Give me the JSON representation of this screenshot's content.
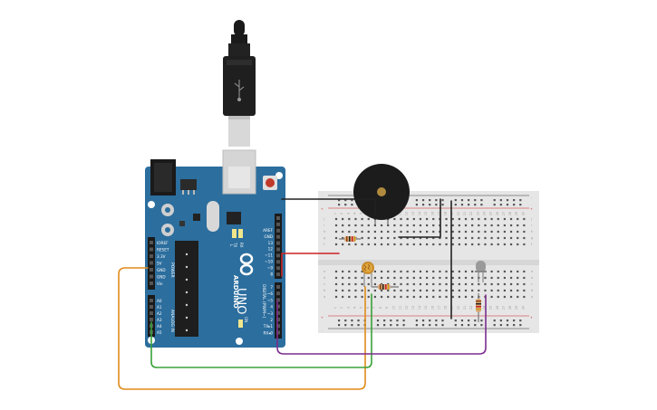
{
  "arduino": {
    "brand": "ARDUINO",
    "model": "UNO",
    "power_header_label": "POWER",
    "analog_header_label": "ANALOG IN",
    "digital_header_label": "DIGITAL (PWM~)",
    "power_pins": [
      "IOREF",
      "RESET",
      "3.3V",
      "5V",
      "GND",
      "GND",
      "Vin"
    ],
    "analog_pins": [
      "A0",
      "A1",
      "A2",
      "A3",
      "A4",
      "A5"
    ],
    "digital_pins_top": [
      "AREF",
      "GND",
      "13",
      "12",
      "~11",
      "~10",
      "~9",
      "8"
    ],
    "digital_pins_bottom": [
      "7",
      "~6",
      "~5",
      "4",
      "~3",
      "2",
      "TX▸1",
      "RX◂0"
    ],
    "led_labels": [
      "TX",
      "RX"
    ],
    "on_label": "ON",
    "l_label": "L"
  },
  "breadboard": {
    "rail_plus": "+",
    "rail_minus": "-",
    "row_letters_top": [
      "j",
      "i",
      "h",
      "g",
      "f"
    ],
    "row_letters_bottom": [
      "e",
      "d",
      "c",
      "b",
      "a"
    ],
    "column_numbers": [
      "1",
      "2",
      "3",
      "4",
      "5",
      "6",
      "7",
      "8",
      "9",
      "10",
      "11",
      "12",
      "13",
      "14",
      "15",
      "16",
      "17",
      "18",
      "19",
      "20",
      "21",
      "22",
      "23",
      "24",
      "25",
      "26",
      "27",
      "28",
      "29",
      "30"
    ]
  },
  "colors": {
    "arduino_board": "#2c6e9e",
    "breadboard": "#e6e6e6",
    "wire_black": "#222222",
    "wire_red": "#cc2222",
    "wire_orange": "#e08a1a",
    "wire_green": "#3aa13a",
    "wire_purple": "#7b2d8e",
    "buzzer": "#222222",
    "led": "#9a9a9a"
  }
}
